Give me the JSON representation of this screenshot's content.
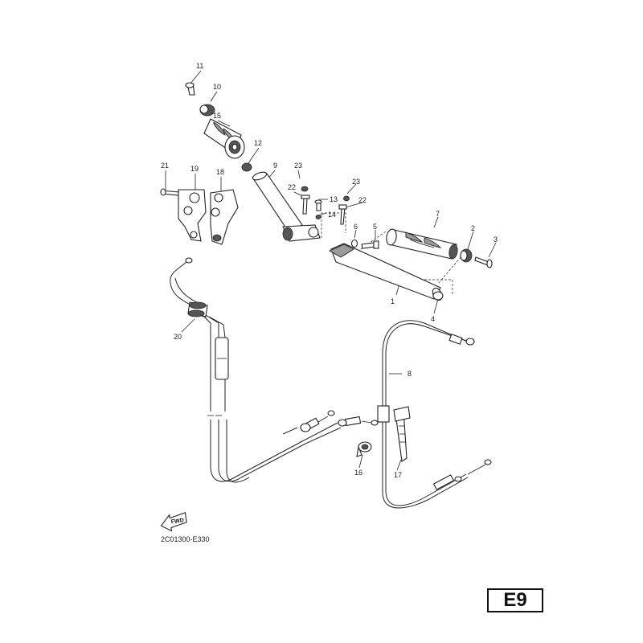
{
  "diagram": {
    "part_numbers": [
      "1",
      "2",
      "3",
      "4",
      "5",
      "6",
      "7",
      "8",
      "9",
      "10",
      "11",
      "12",
      "13",
      "14",
      "15",
      "16",
      "17",
      "18",
      "19",
      "20",
      "21",
      "22",
      "22",
      "23",
      "23"
    ],
    "drawing_code": "2C01300-E330",
    "fwd_label": "FWD",
    "page_label": "E9"
  }
}
